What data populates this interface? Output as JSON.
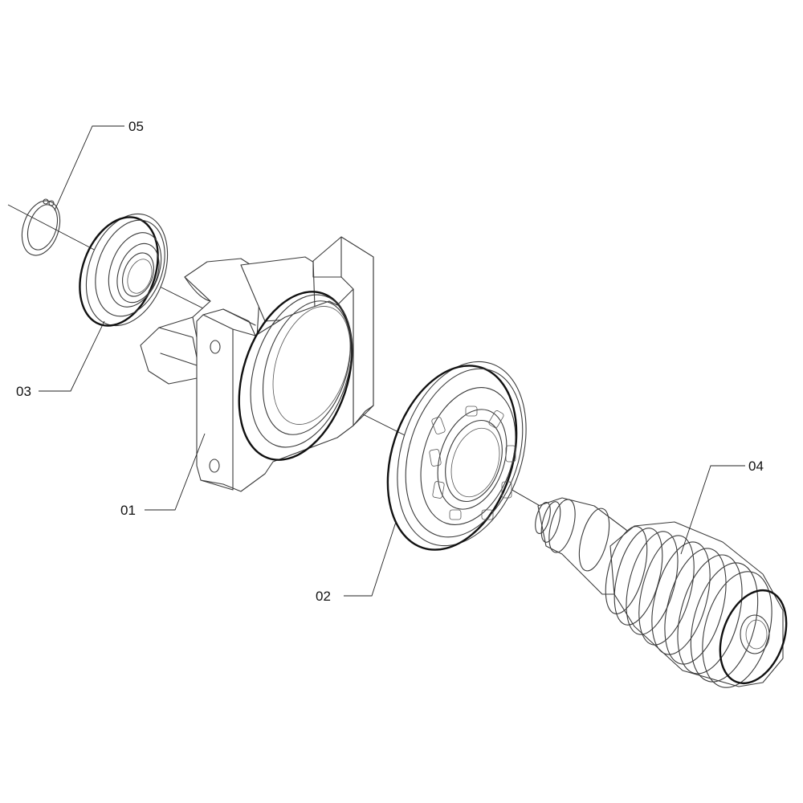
{
  "callouts": [
    {
      "id": "part-01",
      "label": "01"
    },
    {
      "id": "part-02",
      "label": "02"
    },
    {
      "id": "part-03",
      "label": "03"
    },
    {
      "id": "part-04",
      "label": "04"
    },
    {
      "id": "part-05",
      "label": "05"
    }
  ]
}
